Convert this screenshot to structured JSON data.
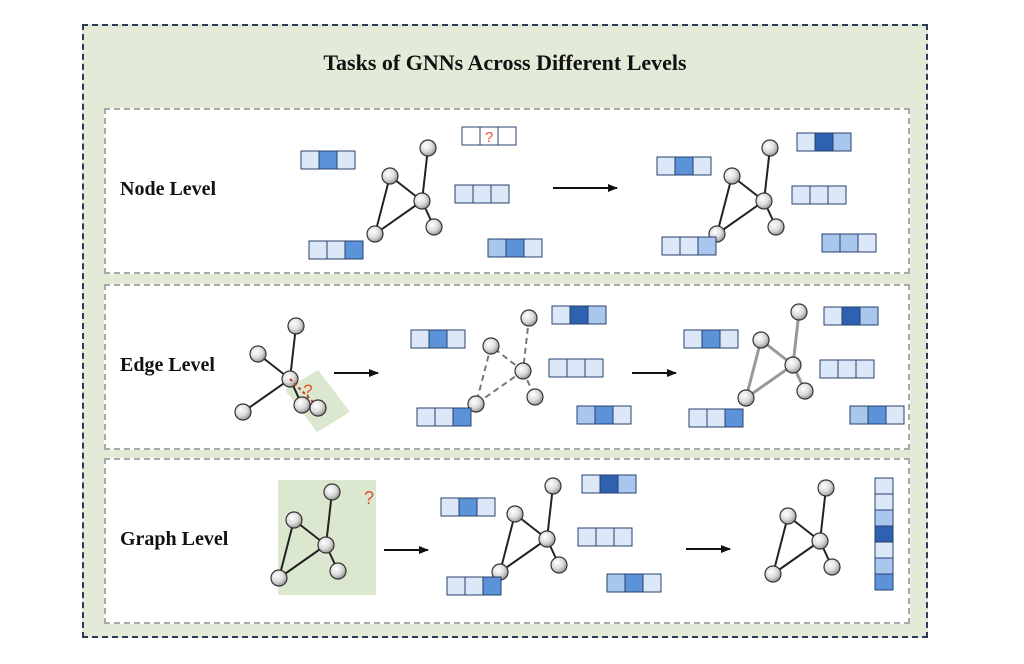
{
  "title": "Tasks of GNNs Across Different Levels",
  "panels": [
    {
      "label": "Node Level"
    },
    {
      "label": "Edge Level"
    },
    {
      "label": "Graph Level"
    }
  ],
  "question_mark": "?",
  "colors": {
    "background": "#e3ebd8",
    "outer_border": "#2c3b58",
    "panel_border": "#a9a9a9",
    "highlight_box": "#dbe7cf",
    "question_mark": "#e0502a",
    "feature_light": "#dce8f8",
    "feature_mid": "#a9c6ec",
    "feature_mid_strong": "#5b92d8",
    "feature_dark": "#2e62b0",
    "feature_border": "#27406e"
  }
}
